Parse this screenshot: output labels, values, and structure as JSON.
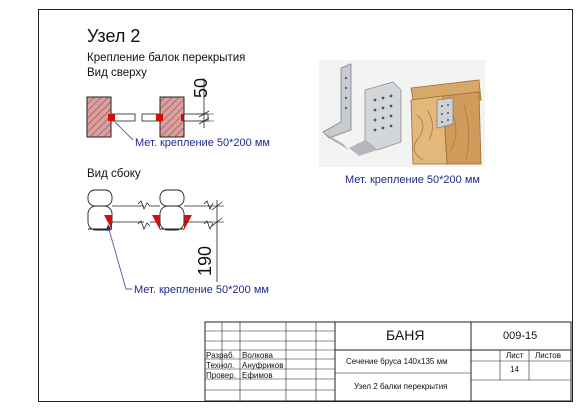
{
  "title": "Узел 2",
  "section_title": "Крепление балок перекрытия",
  "view_top_label": "Вид сверху",
  "view_side_label": "Вид сбоку",
  "dimension_top": "50",
  "dimension_side": "190",
  "callout_top": "Мет. крепление 50*200 мм",
  "callout_side": "Мет. крепление 50*200 мм",
  "photo_caption": "Мет. крепление 50*200 мм",
  "stamp": {
    "project": "БАНЯ",
    "code": "009-15",
    "sheet_label": "Лист",
    "sheets_label": "Листов",
    "sheet_number": "14",
    "subtitle": "Сечение бруса 140х135 мм",
    "drawing_name": "Узел 2 балки перекрытия",
    "roles": [
      {
        "role": "Разраб.",
        "name": "Волкова"
      },
      {
        "role": "Технол.",
        "name": "Ануфриков"
      },
      {
        "role": "Провер.",
        "name": "Ефимов"
      }
    ]
  },
  "colors": {
    "wood_hatch": "#c98585",
    "bracket_red": "#cc1111",
    "callout_blue": "#1f2a8c",
    "leader_purple": "#6a4c9c"
  }
}
